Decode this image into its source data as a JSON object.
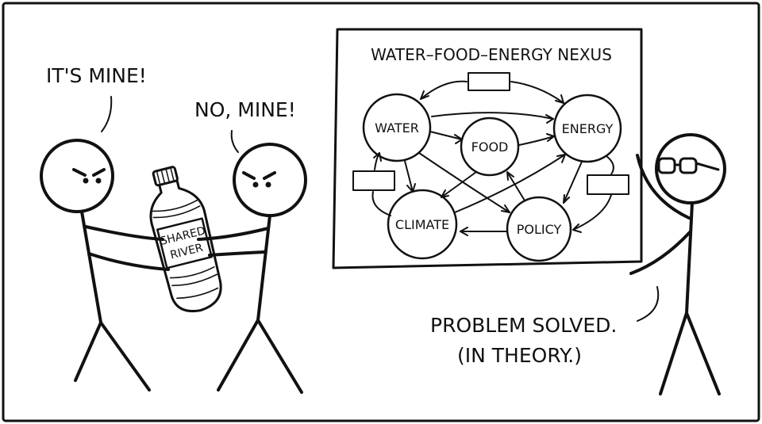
{
  "speech": {
    "left_speaker": "IT'S MINE!",
    "right_speaker": "NO, MINE!",
    "presenter_line1": "PROBLEM SOLVED.",
    "presenter_line2": "(IN THEORY.)"
  },
  "bottle_label": {
    "line1": "SHARED",
    "line2": "RIVER"
  },
  "poster": {
    "title": "WATER–FOOD–ENERGY NEXUS",
    "nodes": {
      "water": "WATER",
      "food": "FOOD",
      "energy": "ENERGY",
      "climate": "CLIMATE",
      "policy": "POLICY"
    }
  }
}
